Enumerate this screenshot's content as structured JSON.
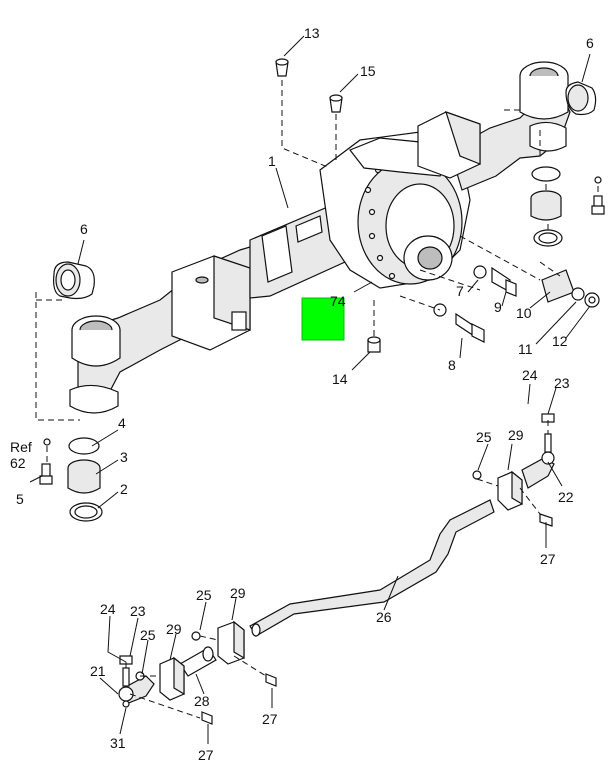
{
  "labels": {
    "l1": "1",
    "l2": "2",
    "l3": "3",
    "l4": "4",
    "l5": "5",
    "l6a": "6",
    "l6b": "6",
    "l7": "7",
    "l8": "8",
    "l9": "9",
    "l10": "10",
    "l11": "11",
    "l12": "12",
    "l13": "13",
    "l14": "14",
    "l15": "15",
    "l21": "21",
    "l22": "22",
    "l23a": "23",
    "l23b": "23",
    "l24a": "24",
    "l24b": "24",
    "l25a": "25",
    "l25b": "25",
    "l25c": "25",
    "l26": "26",
    "l27a": "27",
    "l27b": "27",
    "l27c": "27",
    "l28": "28",
    "l29a": "29",
    "l29b": "29",
    "l29c": "29",
    "l31": "31",
    "l74": "74",
    "ref": "Ref",
    "l62": "62"
  },
  "highlight": {
    "color": "#00ff00"
  }
}
